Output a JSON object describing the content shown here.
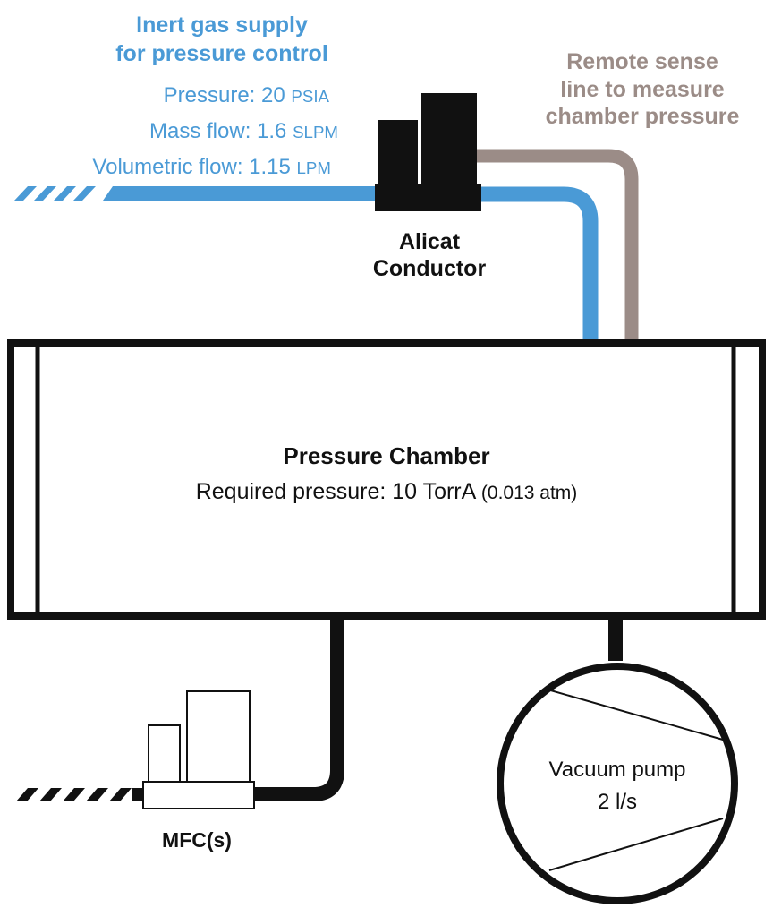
{
  "colors": {
    "supply_line": "#4a9ad6",
    "sense_line": "#9b8c87",
    "outline": "#111111",
    "background": "#ffffff"
  },
  "inert_gas": {
    "title_line1": "Inert gas supply",
    "title_line2": "for pressure control",
    "pressure_label": "Pressure: 20",
    "pressure_unit": "PSIA",
    "mass_flow_label": "Mass flow: 1.6",
    "mass_flow_unit": "SLPM",
    "vol_flow_label": "Volumetric flow: 1.15",
    "vol_flow_unit": "LPM"
  },
  "remote_sense": {
    "line1": "Remote sense",
    "line2": "line to measure",
    "line3": "chamber pressure"
  },
  "alicat": {
    "line1": "Alicat",
    "line2": "Conductor"
  },
  "chamber": {
    "title": "Pressure Chamber",
    "required_label": "Required pressure: 10 TorrA",
    "required_paren": "(0.013 atm)"
  },
  "mfc": {
    "label": "MFC(s)"
  },
  "pump": {
    "line1": "Vacuum pump",
    "line2": "2 l/s"
  }
}
